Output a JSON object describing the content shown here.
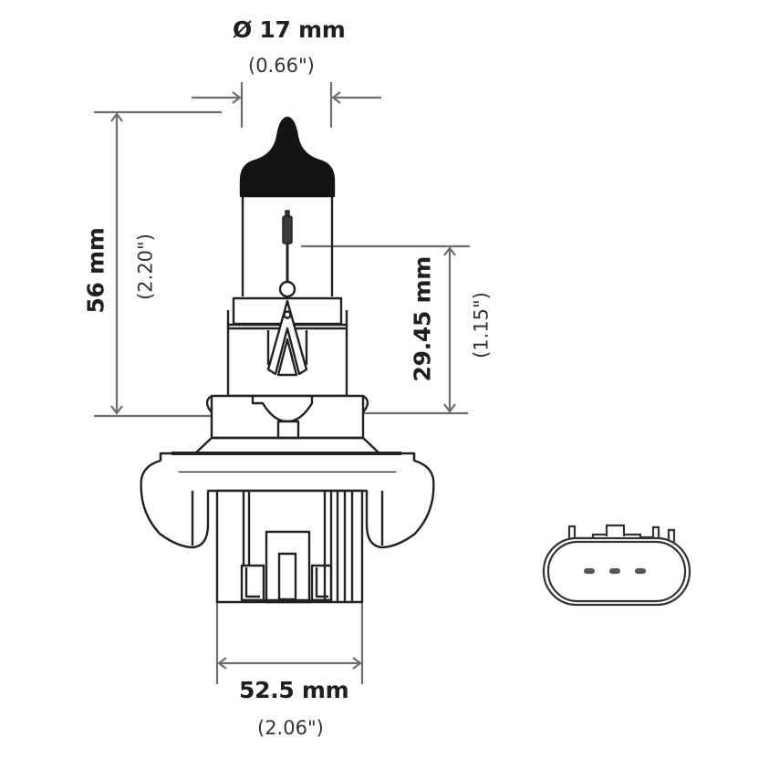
{
  "diagram": {
    "title": "Halogen headlight bulb dimension drawing",
    "colors": {
      "line": "#222222",
      "dim_line": "#6e6e6e",
      "fill_dark": "#141414",
      "background": "#ffffff"
    },
    "dimensions": {
      "diameter": {
        "label": "Ø 17 mm",
        "sub": "(0.66\")",
        "orientation": "horizontal",
        "value_mm": 17,
        "value_in": 0.66
      },
      "height": {
        "label": "56 mm",
        "sub": "(2.20\")",
        "orientation": "vertical",
        "value_mm": 56,
        "value_in": 2.2
      },
      "light_center": {
        "label": "29.45 mm",
        "sub": "(1.15\")",
        "orientation": "vertical",
        "value_mm": 29.45,
        "value_in": 1.15
      },
      "width": {
        "label": "52.5 mm",
        "sub": "(2.06\")",
        "orientation": "horizontal",
        "value_mm": 52.5,
        "value_in": 2.06
      }
    },
    "parts": [
      "glass-capsule",
      "dark-tip-coating",
      "filament",
      "base-flange",
      "locking-tabs",
      "connector-housing",
      "connector-end-view"
    ],
    "connector": {
      "pin_count": 3
    }
  }
}
